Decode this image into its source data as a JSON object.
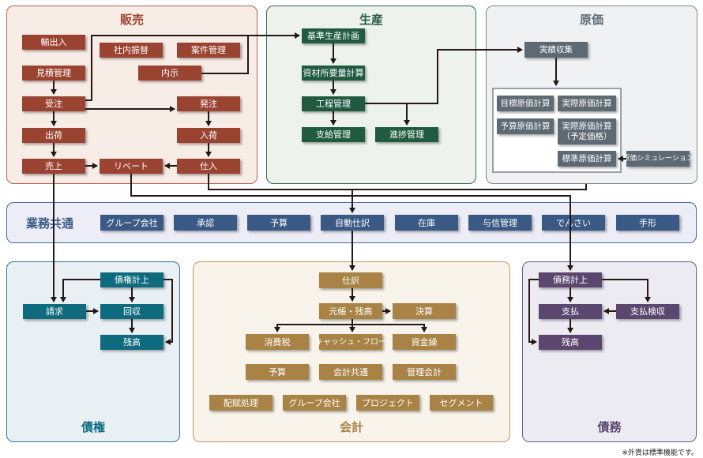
{
  "panels": {
    "sales": {
      "title": "販売",
      "color": "#9b4331",
      "items": {
        "yushutsunyu": "輸出入",
        "shanai_furikae": "社内振替",
        "anken_kanri": "案件管理",
        "mitsumori_kanri": "見積管理",
        "naiji": "内示",
        "juchu": "受注",
        "hatchu": "発注",
        "shukka": "出荷",
        "nyuka": "入荷",
        "uriage": "売上",
        "rebate": "リベート",
        "shiire": "仕入"
      }
    },
    "production": {
      "title": "生産",
      "color": "#1f5a41",
      "items": {
        "kijun_seisan_keikaku": "基準生産計画",
        "shizai_shoyoryo": "資材所要量計算",
        "kotei_kanri": "工程管理",
        "shikyu_kanri": "支給管理",
        "shinchoku_kanri": "進捗管理"
      }
    },
    "cost": {
      "title": "原価",
      "color": "#5d6a73",
      "items": {
        "jisseki_shushu": "実績収集",
        "mokuhyo_genka": "目標原価計算",
        "jissai_genka": "実際原価計算",
        "yosan_genka": "予算原価計算",
        "jissai_genka_yotei_line1": "実際原価計算",
        "jissai_genka_yotei_line2": "（予定価格）",
        "hyojun_genka": "標準原価計算",
        "genka_simulation": "原価シミュレーション"
      }
    },
    "common": {
      "title": "業務共通",
      "color": "#3a5a85",
      "items": [
        "グループ会社",
        "承認",
        "予算",
        "自動仕訳",
        "在庫",
        "与信管理",
        "でんさい",
        "手形"
      ]
    },
    "receivables": {
      "title": "債権",
      "color": "#0e6a7d",
      "items": {
        "saiken_keijo": "債権計上",
        "seikyu": "請求",
        "kaishu": "回収",
        "zandaka": "残高"
      }
    },
    "accounting": {
      "title": "会計",
      "color": "#a88345",
      "items": {
        "shiwake": "仕訳",
        "motocho_zandaka": "元帳・残高",
        "kessan": "決算",
        "shohizei": "消費税",
        "cashflow": "キャッシュ・フロー",
        "shikinguri": "資金繰",
        "yosan": "予算",
        "kaikei_kyotsu": "会計共通",
        "kanri_kaikei": "管理会計",
        "haifu_shori": "配賦処理",
        "group_gaisha": "グループ会社",
        "project": "プロジェクト",
        "segment": "セグメント"
      }
    },
    "payables": {
      "title": "債務",
      "color": "#5b466f",
      "items": {
        "saimu_keijo": "債務計上",
        "shiharai": "支払",
        "shiharai_kenshu": "支払検収",
        "zandaka": "残高"
      }
    }
  },
  "footnote": "※外貨は標準機能です。"
}
